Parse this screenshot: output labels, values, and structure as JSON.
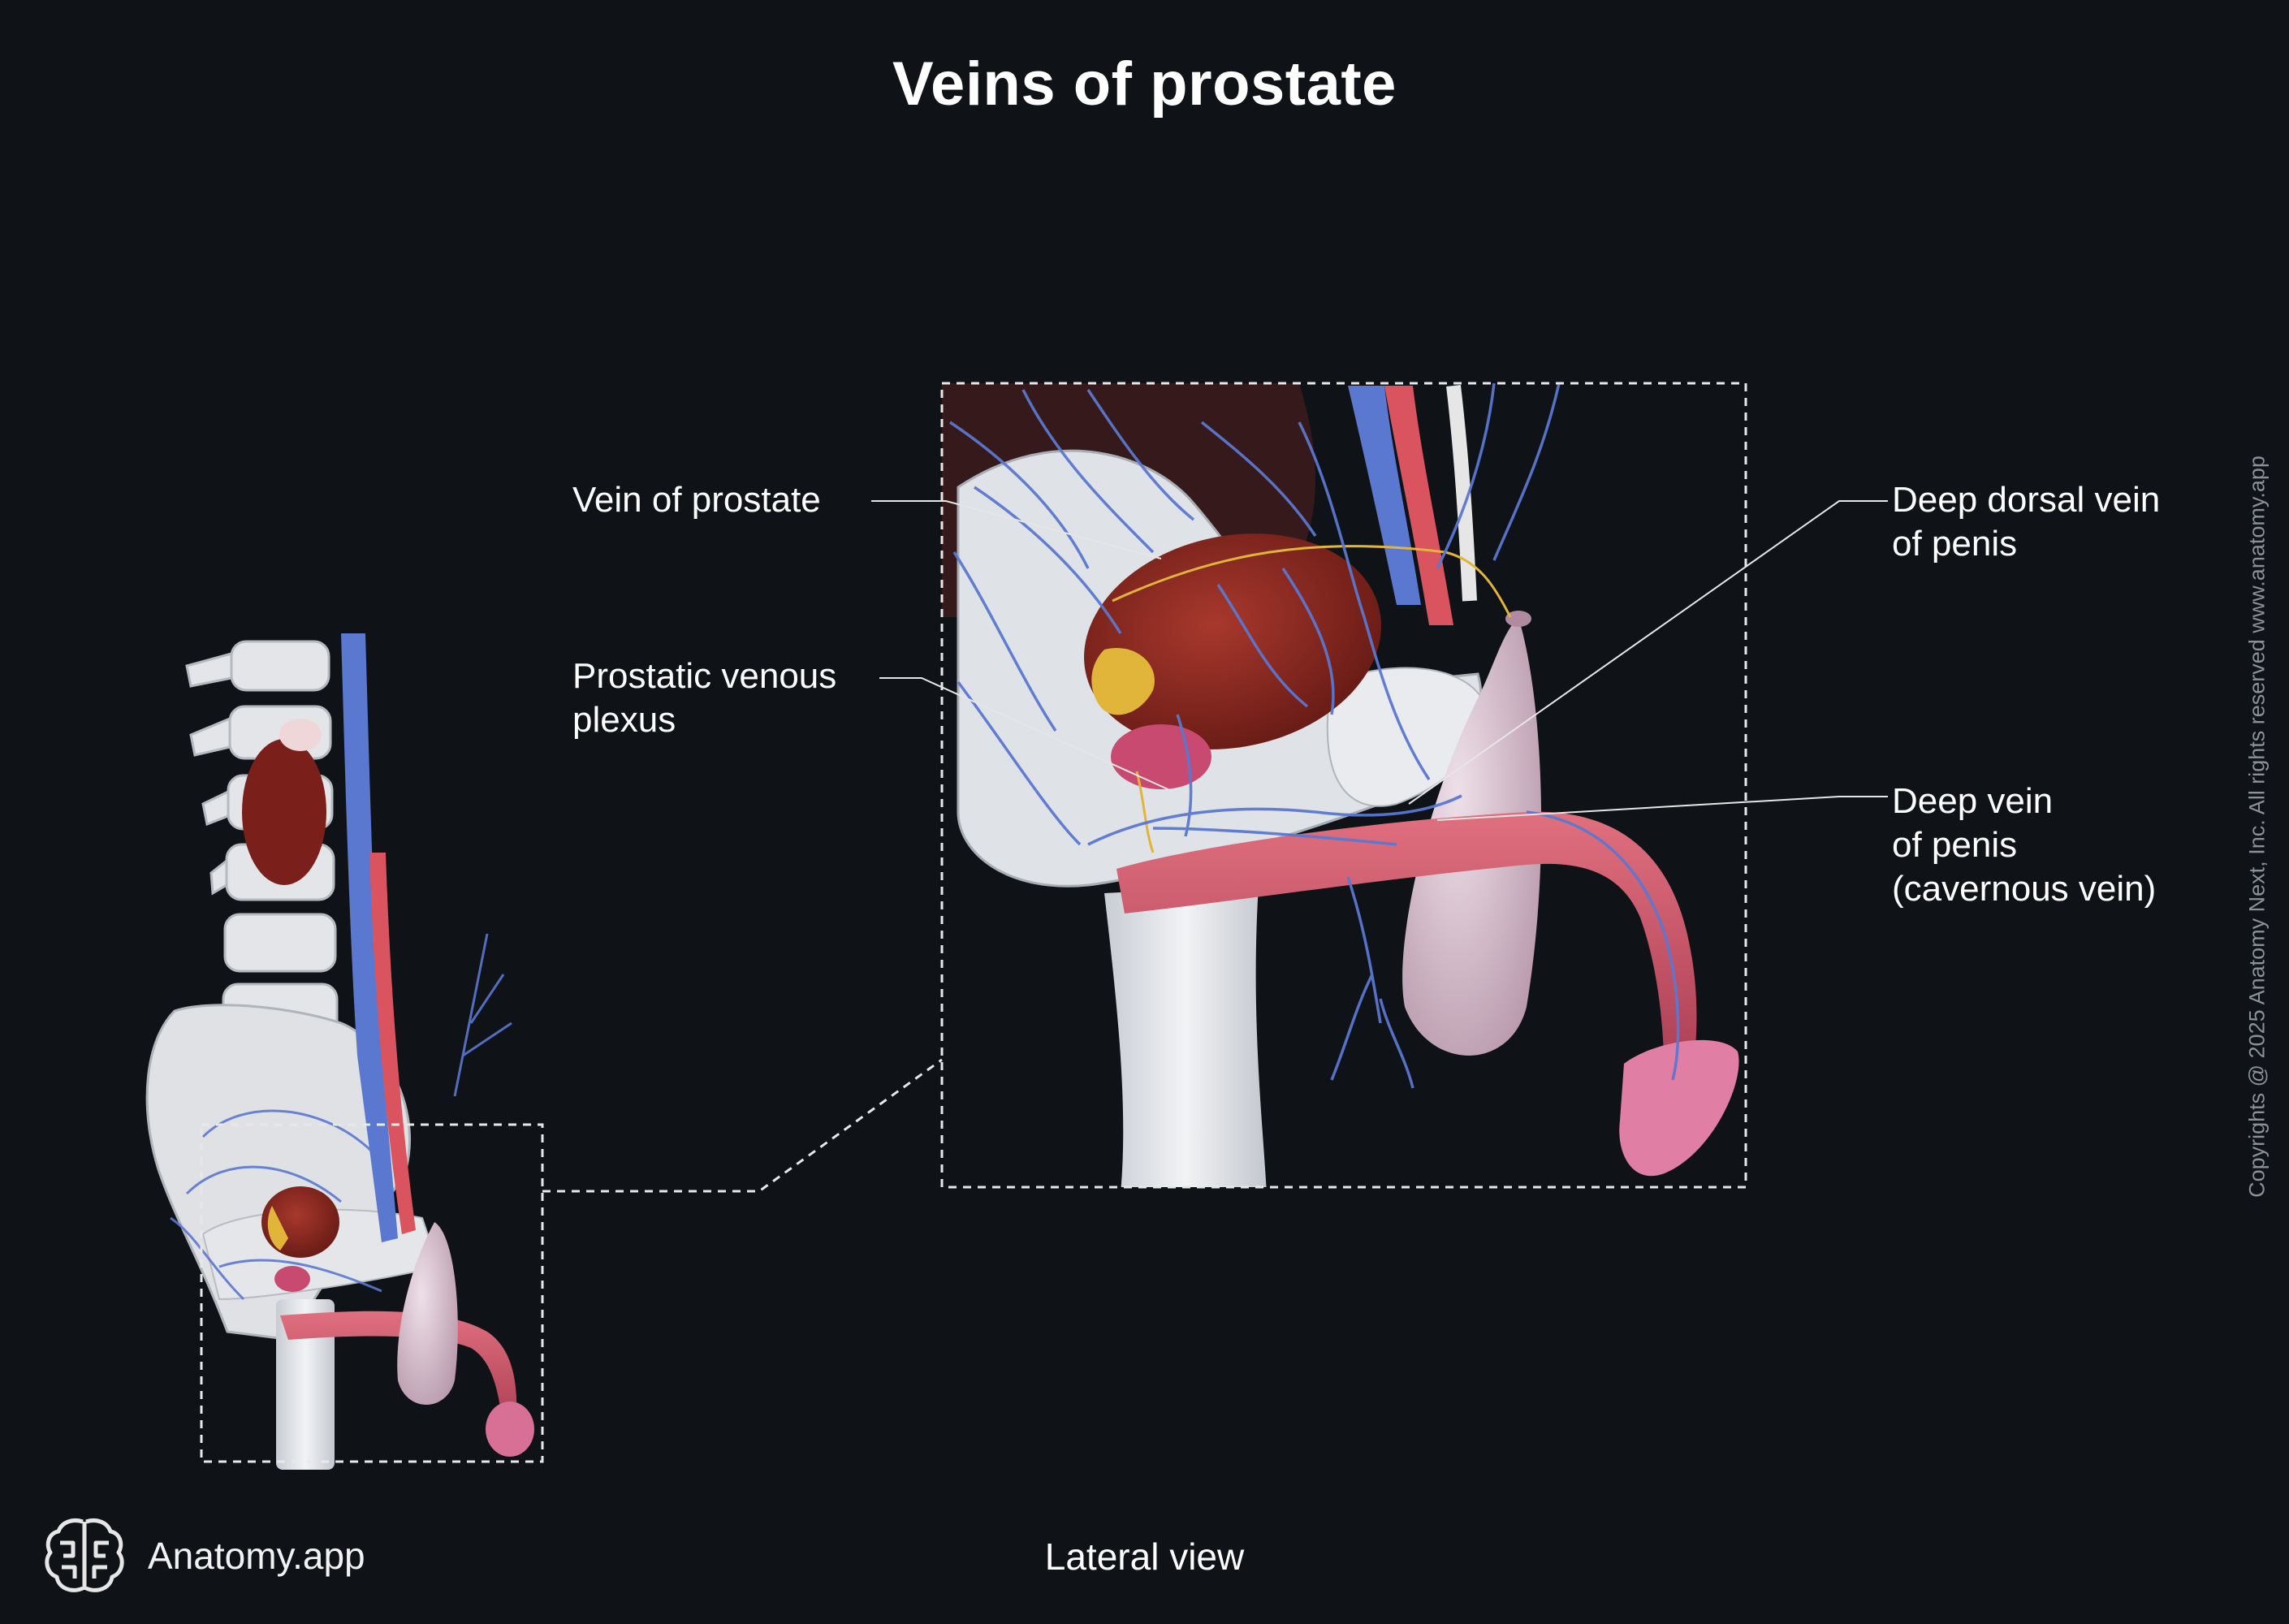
{
  "title": "Veins of prostate",
  "view": "Lateral view",
  "brand": {
    "name": "Anatomy.app",
    "logo_icon": "brain-logo-icon"
  },
  "copyright": "Copyrights @ 2025 Anatomy Next, Inc. All rights reserved www.anatomy.app",
  "labels": {
    "vein_of_prostate": "Vein of prostate",
    "prostatic_venous_plexus": "Prostatic venous\nplexus",
    "deep_dorsal_vein": "Deep dorsal vein\nof penis",
    "deep_vein": "Deep vein\nof penis\n(cavernous vein)"
  },
  "colors": {
    "background": "#0f1217",
    "bone": "#e6e8ec",
    "vein": "#5a78d0",
    "artery": "#d9545e",
    "prostate": "#8b2a22",
    "penis": "#c85068",
    "testis": "#d9c3d0",
    "seminal_vesicle": "#e0b53a"
  }
}
